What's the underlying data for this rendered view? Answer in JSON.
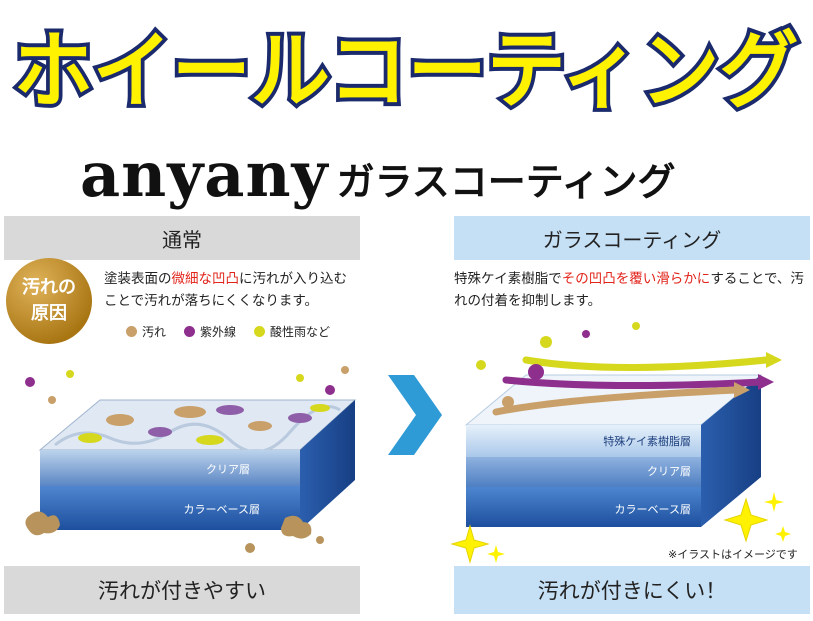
{
  "title": "ホイールコーティング",
  "brand": {
    "logo": "anyany",
    "subtitle": "ガラスコーティング"
  },
  "left_panel": {
    "header": "通常",
    "cause_badge": [
      "汚れの",
      "原因"
    ],
    "description": {
      "part1": "塗装表面の",
      "highlight": "微細な凹凸",
      "part2": "に汚れが入り込むことで汚れが落ちにくくなります。"
    },
    "legend": [
      {
        "label": "汚れ",
        "color": "#c9a06a"
      },
      {
        "label": "紫外線",
        "color": "#8e2f8e"
      },
      {
        "label": "酸性雨など",
        "color": "#d6d81e"
      }
    ],
    "layers": {
      "clear": "クリア層",
      "base": "カラーベース層"
    },
    "footer": "汚れが付きやすい"
  },
  "right_panel": {
    "header": "ガラスコーティング",
    "description": {
      "part1": "特殊ケイ素樹脂で",
      "highlight": "その凹凸を覆い滑らかに",
      "part2": "することで、汚れの付着を抑制します。"
    },
    "layers": {
      "coating": "特殊ケイ素樹脂層",
      "clear": "クリア層",
      "base": "カラーベース層"
    },
    "note": "※イラストはイメージです",
    "footer": "汚れが付きにくい！"
  },
  "colors": {
    "title_fill": "#fff200",
    "title_stroke": "#1a2a6c",
    "left_header_bg": "#d9d9d9",
    "right_header_bg": "#c5dff4",
    "arrow": "#2e9ad6",
    "highlight_red": "#e2231a"
  }
}
